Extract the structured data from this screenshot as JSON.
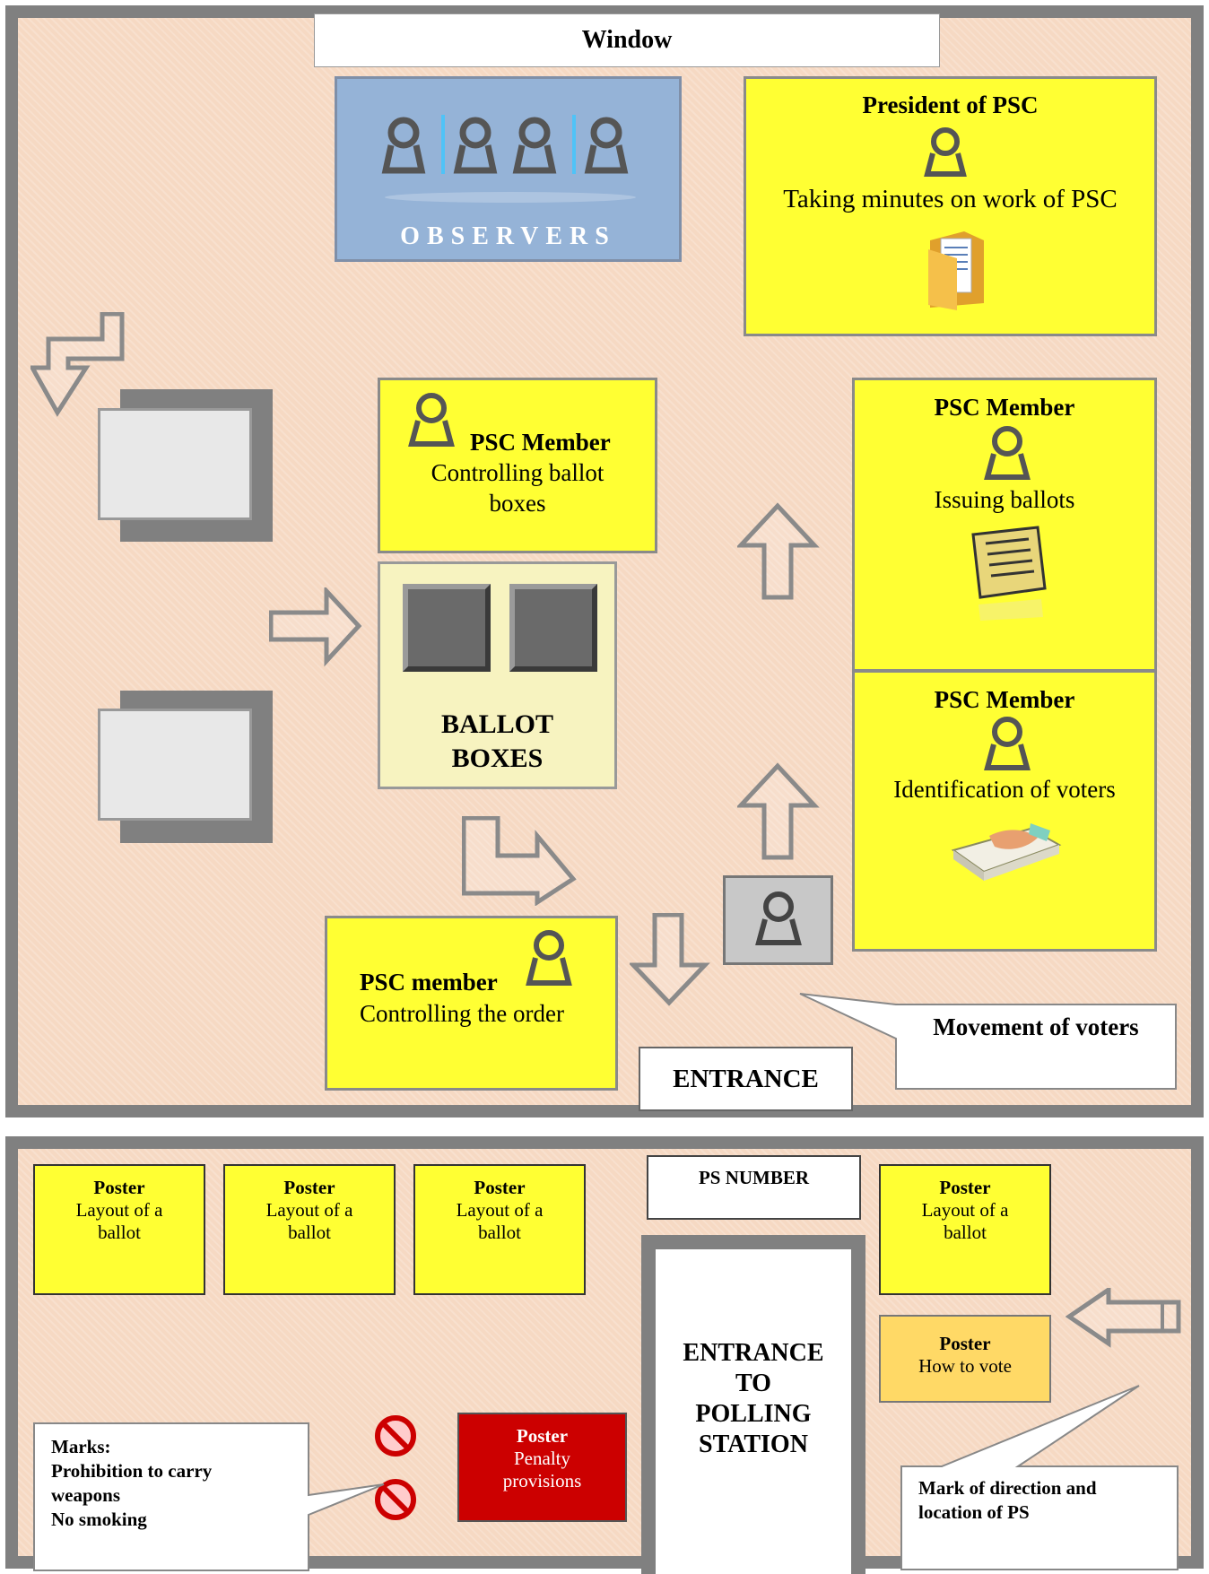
{
  "room": {
    "window_label": "Window",
    "observers_label": "OBSERVERS",
    "president": {
      "title": "President of PSC",
      "task": "Taking minutes on work of PSC"
    },
    "member_ballot_boxes": {
      "title": "PSC Member",
      "task_line1": "Controlling ballot",
      "task_line2": "boxes"
    },
    "member_issuing": {
      "title": "PSC Member",
      "task": "Issuing ballots"
    },
    "member_identification": {
      "title": "PSC Member",
      "task": "Identification of voters"
    },
    "member_order": {
      "title": "PSC member",
      "task": "Controlling the order"
    },
    "ballot_boxes_line1": "BALLOT",
    "ballot_boxes_line2": "BOXES",
    "entrance_label": "ENTRANCE",
    "movement_callout": "Movement of voters"
  },
  "outside": {
    "posters_ballot": [
      {
        "title": "Poster",
        "line1": "Layout of a",
        "line2": "ballot"
      },
      {
        "title": "Poster",
        "line1": "Layout of a",
        "line2": "ballot"
      },
      {
        "title": "Poster",
        "line1": "Layout of a",
        "line2": "ballot"
      },
      {
        "title": "Poster",
        "line1": "Layout of a",
        "line2": "ballot"
      }
    ],
    "ps_number": "PS NUMBER",
    "entrance_polling": {
      "line1": "ENTRANCE",
      "line2": "TO",
      "line3": "POLLING",
      "line4": "STATION"
    },
    "poster_how_to_vote": {
      "title": "Poster",
      "text": "How to vote"
    },
    "poster_penalty": {
      "title": "Poster",
      "line1": "Penalty",
      "line2": "provisions"
    },
    "marks_callout": {
      "line1": "Marks:",
      "line2": "Prohibition to carry",
      "line3": "weapons",
      "line4": "No smoking"
    },
    "direction_callout": {
      "line1": "Mark of direction and",
      "line2": "location of PS"
    }
  },
  "colors": {
    "floor": "#f6d9c3",
    "wall": "#808080",
    "yellow": "#ffff33",
    "observers_blue": "#95b3d7",
    "penalty_red": "#cc0000",
    "how_to_vote_orange": "#ffd966"
  }
}
